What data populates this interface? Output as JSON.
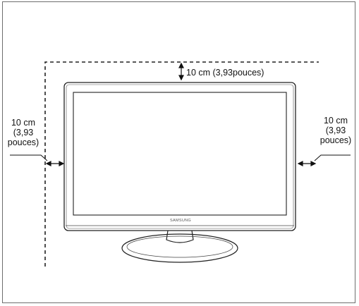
{
  "clearance": {
    "top": "10 cm (3,93pouces)",
    "left": [
      "10 cm",
      "(3,93",
      "pouces)"
    ],
    "right": [
      "10 cm",
      "(3,93",
      "pouces)"
    ]
  },
  "monitor": {
    "brand": "SAMSUNG"
  },
  "colors": {
    "line": "#222222",
    "frame": "#6e6e6e"
  }
}
